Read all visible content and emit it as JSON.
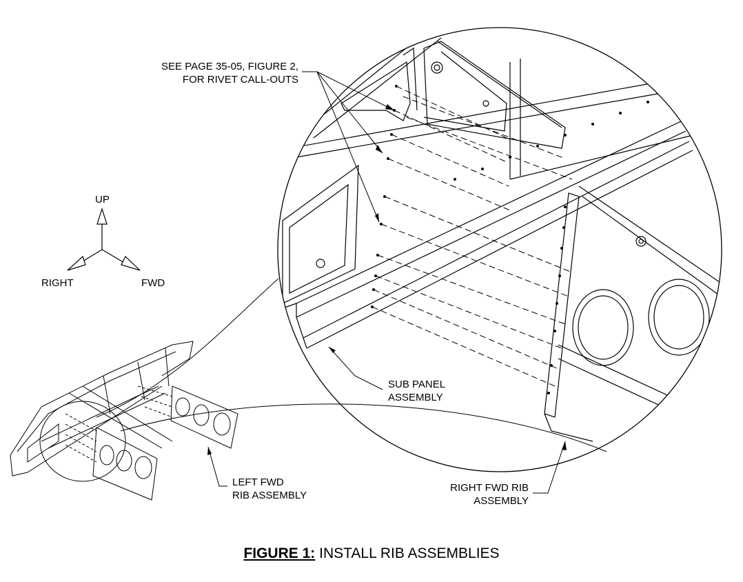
{
  "callouts": {
    "rivet_ref": {
      "line1": "SEE PAGE 35-05, FIGURE 2,",
      "line2": "FOR RIVET CALL-OUTS"
    },
    "sub_panel": {
      "line1": "SUB PANEL",
      "line2": "ASSEMBLY"
    },
    "left_rib": {
      "line1": "LEFT FWD",
      "line2": "RIB ASSEMBLY"
    },
    "right_rib": {
      "line1": "RIGHT FWD RIB",
      "line2": "ASSEMBLY"
    }
  },
  "axes": {
    "up": "UP",
    "right": "RIGHT",
    "fwd": "FWD"
  },
  "caption": {
    "number": "FIGURE 1:",
    "title": "INSTALL RIB ASSEMBLIES"
  }
}
